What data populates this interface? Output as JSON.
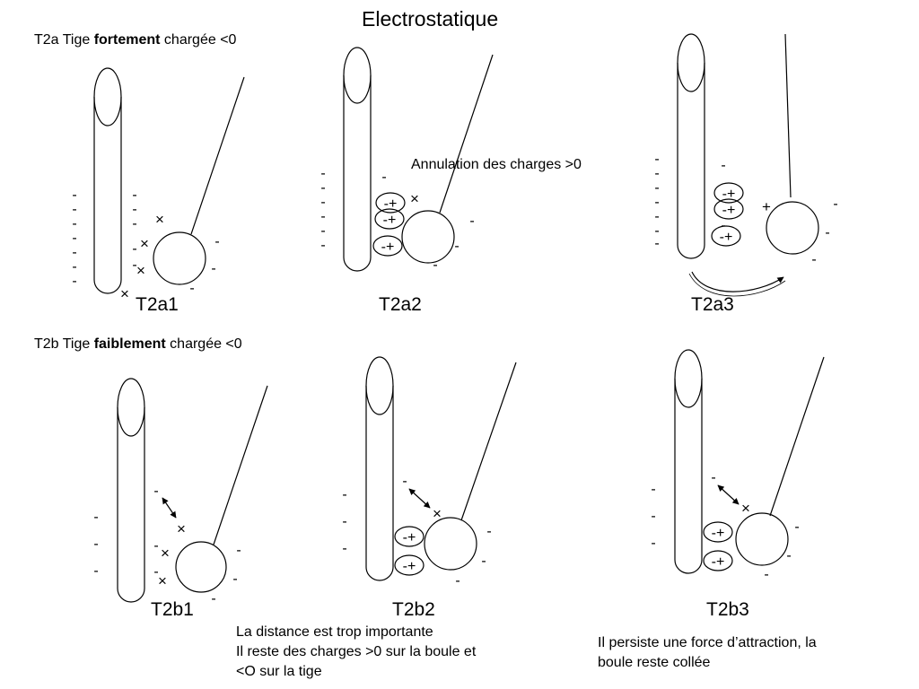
{
  "title": "Electrostatique",
  "section_a": {
    "prefix": "T2a Tige ",
    "bold": "fortement",
    "suffix": " chargée <0"
  },
  "section_b": {
    "prefix": "T2b Tige ",
    "bold": "faiblement",
    "suffix": " chargée <0"
  },
  "panels": {
    "a1": "T2a1",
    "a2": "T2a2",
    "a3": "T2a3",
    "b1": "T2b1",
    "b2": "T2b2",
    "b3": "T2b3"
  },
  "annotation_a2": "Annulation des charges >0",
  "note_b2": [
    "La distance est trop importante",
    "Il reste des charges >0 sur la boule et",
    "<O sur la tige"
  ],
  "note_b3": [
    "Il persiste une force d’attraction, la",
    "boule reste collée"
  ],
  "symbols": {
    "minus": "-",
    "plus": "+",
    "cross": "×",
    "pair": "-+"
  }
}
